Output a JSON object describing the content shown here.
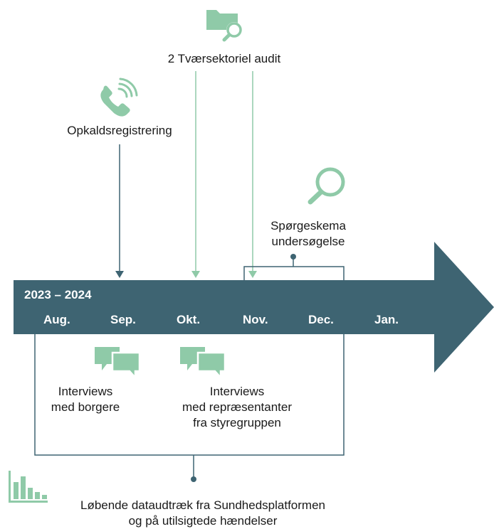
{
  "timeline": {
    "period": "2023 – 2024",
    "months": [
      "Aug.",
      "Sep.",
      "Okt.",
      "Nov.",
      "Dec.",
      "Jan."
    ]
  },
  "events": {
    "audit": "2 Tværsektoriel audit",
    "call_registration": "Opkaldsregistrering",
    "survey": [
      "Spørgeskema",
      "undersøgelse"
    ],
    "interviews_citizens": [
      "Interviews",
      "med borgere"
    ],
    "interviews_reps": [
      "Interviews",
      "med repræsentanter",
      "fra styregruppen"
    ],
    "data_extract": [
      "Løbende dataudtræk fra Sundhedsplatformen",
      "og på utilsigtede hændelser"
    ]
  },
  "colors": {
    "arrow": "#3e6472",
    "accent_green": "#8fcaa8",
    "dark_line": "#3e6472"
  },
  "icons": [
    "folder-search-icon",
    "phone-icon",
    "magnifier-icon",
    "chat-bubbles-icon",
    "chat-bubbles-icon",
    "bar-chart-icon"
  ]
}
